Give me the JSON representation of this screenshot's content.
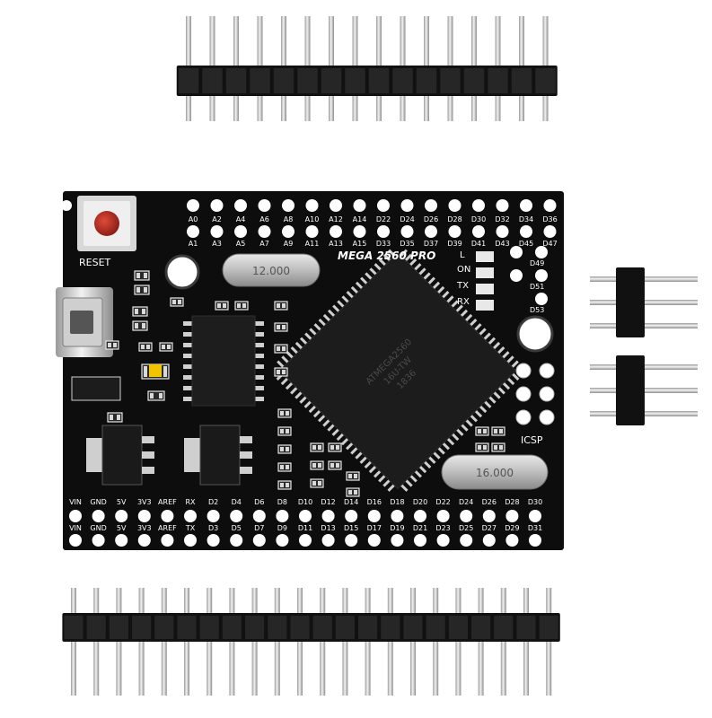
{
  "board": {
    "title": "MEGA 2560 PRO",
    "reset_label": "RESET",
    "icsp_label": "ICSP",
    "led_labels": [
      "ON",
      "TX",
      "RX",
      "L"
    ],
    "crystal_top": "12.000",
    "crystal_bottom": "16.000",
    "chip_lines": [
      "ATMEGA2560",
      "16U-TW",
      "1836"
    ],
    "top_row_outer": [
      "A0",
      "A2",
      "A4",
      "A6",
      "A8",
      "A10",
      "A12",
      "A14",
      "D22",
      "D24",
      "D26",
      "D28",
      "D30",
      "D32",
      "D34",
      "D36"
    ],
    "top_row_inner": [
      "A1",
      "A3",
      "A5",
      "A7",
      "A9",
      "A11",
      "A13",
      "A15",
      "D33",
      "D35",
      "D37",
      "D39",
      "D41",
      "D43",
      "D45",
      "D47"
    ],
    "right_col": [
      "D49",
      "D51",
      "D53"
    ],
    "bottom_row_inner": [
      "VIN",
      "GND",
      "5V",
      "3V3",
      "AREF",
      "RX",
      "D2",
      "D4",
      "D6",
      "D8",
      "D10",
      "D12",
      "D14",
      "D16",
      "D18",
      "D20",
      "D22",
      "D24",
      "D26",
      "D28",
      "D30"
    ],
    "bottom_row_outer": [
      "VIN",
      "GND",
      "5V",
      "3V3",
      "AREF",
      "TX",
      "D3",
      "D5",
      "D7",
      "D9",
      "D11",
      "D13",
      "D15",
      "D17",
      "D19",
      "D21",
      "D23",
      "D25",
      "D27",
      "D29",
      "D31"
    ]
  },
  "colors": {
    "pcb": "#0d0d0d",
    "pad": "#ffffff",
    "reset_button": "#c0392b",
    "pin_metal": "#cfcfcf",
    "pin_plastic": "#111111"
  }
}
